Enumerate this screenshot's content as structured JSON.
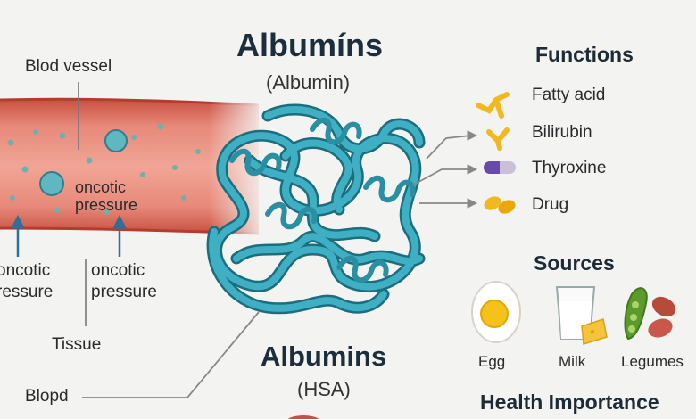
{
  "title": "Albumíns",
  "subtitle": "(Albumin)",
  "title2": "Albumins",
  "subtitle2": "(HSA)",
  "left_labels": {
    "vessel": "Blod vessel",
    "oncotic_inside": "oncotic\npressure",
    "oncotic_left": "oncotic\nressure",
    "oncotic_right": "oncotic\npressure",
    "tissue": "Tissue",
    "blood": "Blopd"
  },
  "functions": {
    "heading": "Functions",
    "items": [
      {
        "label": "Fatty acid",
        "icon": "fatty-acid-icon",
        "color": "#f2b820"
      },
      {
        "label": "Bilirubin",
        "icon": "bilirubin-icon",
        "color": "#f2b820"
      },
      {
        "label": "Thyroxine",
        "icon": "capsule-icon",
        "color": "#6a4aa8"
      },
      {
        "label": "Drug",
        "icon": "pill-icon",
        "color": "#f2b820"
      }
    ]
  },
  "sources": {
    "heading": "Sources",
    "items": [
      {
        "label": "Egg",
        "icon": "egg-icon"
      },
      {
        "label": "Milk",
        "icon": "milk-glass-icon"
      },
      {
        "label": "Legumes",
        "icon": "legumes-icon"
      }
    ]
  },
  "health": {
    "heading": "Health Importance"
  },
  "colors": {
    "protein": "#2a8fa3",
    "vessel": "#d96a5c",
    "arrow": "#2f6f9a"
  }
}
